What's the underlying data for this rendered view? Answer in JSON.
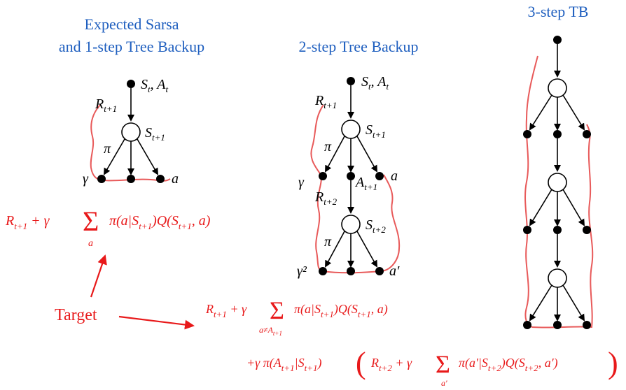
{
  "titles": {
    "expected_sarsa_line1": "Expected Sarsa",
    "expected_sarsa_line2": "and 1-step Tree Backup",
    "two_step": "2-step Tree Backup",
    "three_step": "3-step TB"
  },
  "labels": {
    "st_at": "S",
    "st_at_sub": "t",
    "at_comma": ", A",
    "at_sub": "t",
    "r": "R",
    "r_sub_t1": "t+1",
    "r_sub_t2": "t+2",
    "s": "S",
    "s_sub_t1": "t+1",
    "s_sub_t2": "t+2",
    "pi": "π",
    "gamma": "γ",
    "gamma2": "γ²",
    "a": "a",
    "a_prime": "a′",
    "a_t1": "A",
    "a_t1_sub": "t+1"
  },
  "formulas": {
    "target_label": "Target",
    "one_step": "R_{t+1} + γ Σ_a π(a|S_{t+1})Q(S_{t+1}, a)",
    "one_step_r": "R",
    "one_step_r_sub": "t+1",
    "one_step_mid": " + γ ",
    "sum": "Σ",
    "sum_under_a": "a",
    "one_step_tail": "π(a|S",
    "one_step_tail_sub": "t+1",
    "one_step_tail2": ")Q(S",
    "one_step_tail2_sub": "t+1",
    "one_step_tail3": ", a)",
    "two_step_line1_mid": " + γ",
    "two_step_sum_under": "a≠A",
    "two_step_sum_under_sub": "t+1",
    "two_step_line2_a": "+γ π(A",
    "two_step_line2_a_sub": "t+1",
    "two_step_line2_b": "|S",
    "two_step_line2_b_sub": "t+1",
    "two_step_line2_c": ")",
    "open_paren": "(",
    "close_paren": ")",
    "two_step_inner_r": "R",
    "two_step_inner_r_sub": "t+2",
    "two_step_inner_mid": " + γ",
    "two_step_inner_sum_under": "a′",
    "two_step_inner_tail": "π(a′|S",
    "two_step_inner_tail_sub": "t+2",
    "two_step_inner_tail2": ")Q(S",
    "two_step_inner_tail2_sub": "t+2",
    "two_step_inner_tail3": ", a′)"
  },
  "colors": {
    "title_blue": "#1f5fbf",
    "red": "#e8191a",
    "red_curve": "#e85a5a"
  }
}
